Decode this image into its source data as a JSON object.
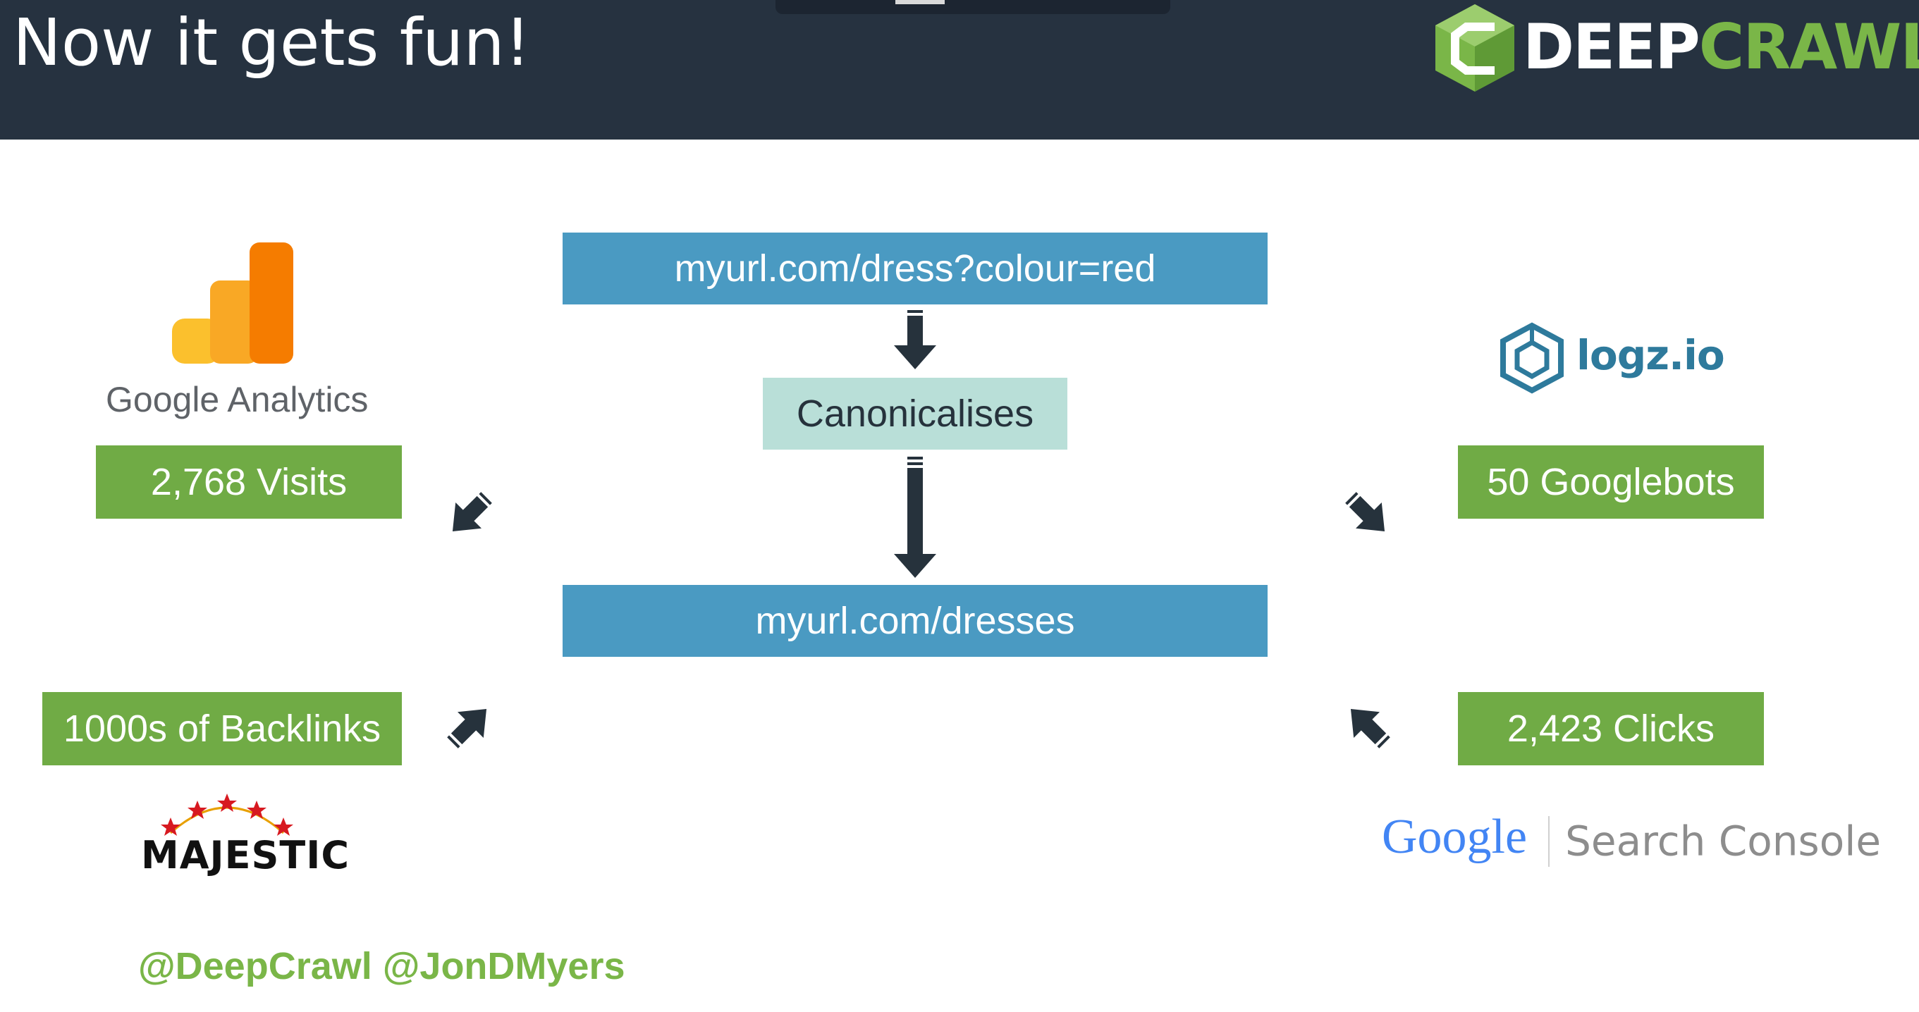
{
  "header": {
    "title": "Now it gets fun!",
    "brand_part1": "DEEP",
    "brand_part2": "CRAWL"
  },
  "flow": {
    "source_url": "myurl.com/dress?colour=red",
    "step": "Canonicalises",
    "target_url": "myurl.com/dresses"
  },
  "metrics": {
    "visits": "2,768 Visits",
    "googlebots": "50 Googlebots",
    "backlinks": "1000s of Backlinks",
    "clicks": "2,423 Clicks"
  },
  "logos": {
    "google_analytics": "Google Analytics",
    "logzio": "logz.io",
    "majestic": "MAJESTIC",
    "search_console_brand": "Google",
    "search_console_product": "Search Console"
  },
  "footer": {
    "handles": "@DeepCrawl @JonDMyers"
  },
  "colors": {
    "header_bg": "#263240",
    "blue_box": "#4a9ac2",
    "teal_box": "#b9dfd8",
    "green_box": "#70ab45",
    "accent_green": "#7ab648",
    "arrow": "#26323c"
  },
  "icons": [
    "deepcrawl-hexagon-icon",
    "google-analytics-bars-icon",
    "logzio-cube-icon",
    "majestic-stars-icon",
    "arrow-icons"
  ]
}
